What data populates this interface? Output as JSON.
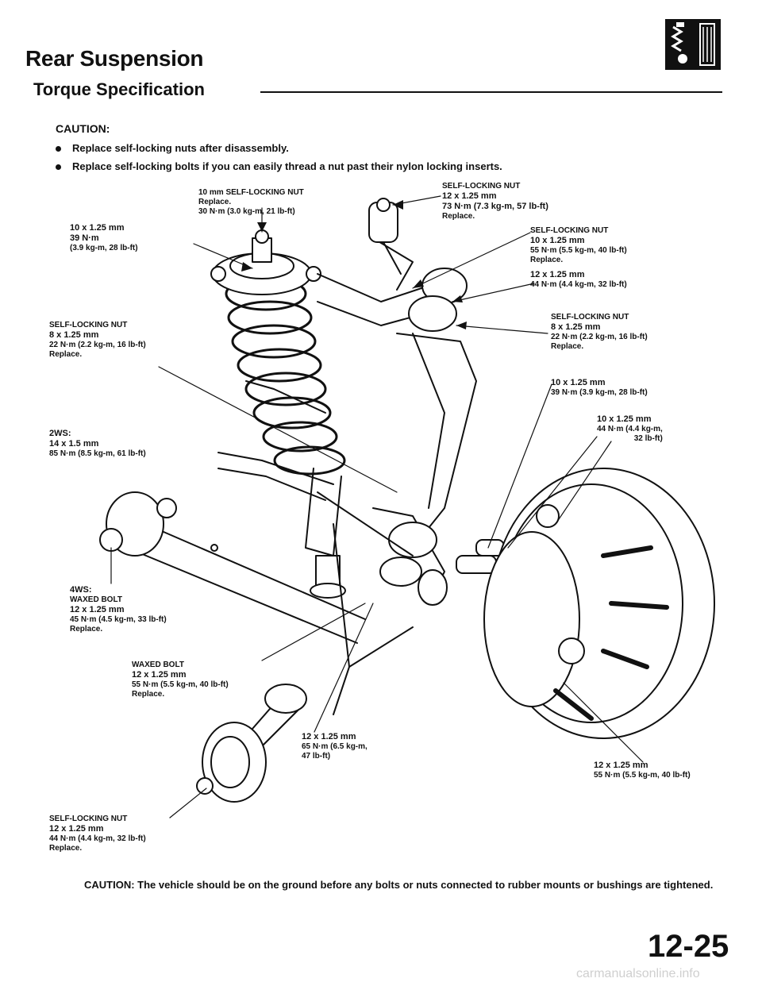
{
  "header": {
    "title": "Rear Suspension",
    "subtitle": "Torque Specification",
    "icon": "suspension-shock-icon"
  },
  "caution": {
    "title": "CAUTION:",
    "bullets": [
      "Replace self-locking nuts after disassembly.",
      "Replace self-locking bolts if you can easily thread a nut past their nylon locking inserts."
    ]
  },
  "callouts": {
    "c1": {
      "l1": "10 x 1.25 mm",
      "l2": "39 N·m",
      "l3": "(3.9 kg-m, 28 lb-ft)"
    },
    "c2": {
      "l1": "10 mm SELF-LOCKING NUT",
      "l2": "Replace.",
      "l3": "30 N·m (3.0 kg-m, 21 lb-ft)"
    },
    "c3": {
      "l1": "SELF-LOCKING NUT",
      "l2": "12 x 1.25 mm",
      "l3": "73 N·m (7.3 kg-m, 57 lb-ft)",
      "l4": "Replace."
    },
    "c4": {
      "l1": "SELF-LOCKING NUT",
      "l2": "10 x 1.25 mm",
      "l3": "55 N·m (5.5 kg-m, 40 lb-ft)",
      "l4": "Replace."
    },
    "c5": {
      "l1": "12 x 1.25 mm",
      "l2": "44 N·m (4.4 kg-m, 32 lb-ft)"
    },
    "c6": {
      "l1": "SELF-LOCKING NUT",
      "l2": "8 x 1.25 mm",
      "l3": "22 N·m (2.2 kg-m, 16 lb-ft)",
      "l4": "Replace."
    },
    "c7": {
      "l1": "SELF-LOCKING NUT",
      "l2": "8 x 1.25 mm",
      "l3": "22 N·m (2.2 kg-m, 16 lb-ft)",
      "l4": "Replace."
    },
    "c8": {
      "l1": "10 x 1.25 mm",
      "l2": "39 N·m (3.9 kg-m, 28 lb-ft)"
    },
    "c9": {
      "l1": "2WS:",
      "l2": "14 x 1.5 mm",
      "l3": "85 N·m (8.5 kg-m, 61 lb-ft)"
    },
    "c10": {
      "l1": "10 x 1.25 mm",
      "l2": "44 N·m (4.4 kg-m,",
      "l3": "32 lb-ft)"
    },
    "c11": {
      "l1": "4WS:",
      "l2": "WAXED BOLT",
      "l3": "12 x 1.25 mm",
      "l4": "45 N·m (4.5 kg-m, 33 lb-ft)",
      "l5": "Replace."
    },
    "c12": {
      "l1": "WAXED BOLT",
      "l2": "12 x 1.25 mm",
      "l3": "55 N·m (5.5 kg-m, 40 lb-ft)",
      "l4": "Replace."
    },
    "c13": {
      "l1": "12 x 1.25 mm",
      "l2": "65 N·m (6.5 kg-m,",
      "l3": "47 lb-ft)"
    },
    "c14": {
      "l1": "12 x 1.25 mm",
      "l2": "55 N·m (5.5 kg-m, 40 lb-ft)"
    },
    "c15": {
      "l1": "SELF-LOCKING NUT",
      "l2": "12 x 1.25 mm",
      "l3": "44 N·m (4.4 kg-m, 32 lb-ft)",
      "l4": "Replace."
    }
  },
  "bottom_caution": "CAUTION:  The vehicle should be on the ground before any bolts or nuts connected to rubber mounts or bushings are tightened.",
  "page_number": "12-25",
  "watermark": "carmanualsonline.info"
}
